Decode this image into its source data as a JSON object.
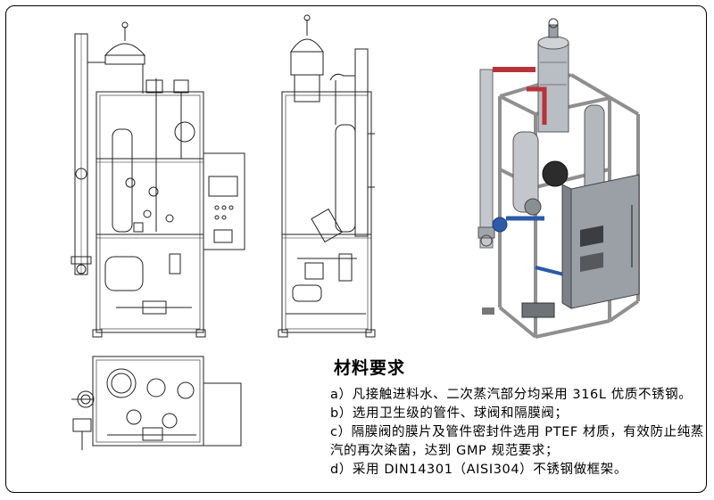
{
  "requirements": {
    "title": "材料要求",
    "items": [
      "a）凡接触进料水、二次蒸汽部分均采用 316L 优质不锈钢。",
      "b）选用卫生级的管件、球阀和隔膜阀；",
      "c）隔膜阀的膜片及管件密封件选用 PTEF 材质，有效防止纯蒸汽的再次染菌，达到 GMP 规范要求；",
      "d）采用 DIN14301（AISI304）不锈钢做框架。"
    ]
  },
  "colors": {
    "line": "#222222",
    "frame": "#c9c9c9",
    "panel": "#9aa0a6",
    "pipe_red": "#b8323a",
    "pipe_blue": "#2a5aa8",
    "pipe_green": "#3f9a4a",
    "background": "#ffffff"
  }
}
